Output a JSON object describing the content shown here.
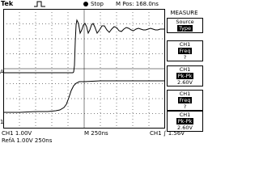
{
  "header": {
    "brand": "Tek",
    "status": "Stop",
    "position_readout": "M Pos: 168.0ns"
  },
  "markers": {
    "ref_marker": "A",
    "ch1_marker": "1"
  },
  "menu": {
    "title": "MEASURE",
    "items": [
      {
        "line1": "Source",
        "chip": "Type",
        "value": ""
      },
      {
        "line1": "CH1",
        "chip": "Freq",
        "value": "?"
      },
      {
        "line1": "CH1",
        "chip": "Pk-Pk",
        "value": "2.60V"
      },
      {
        "line1": "CH1",
        "chip": "Freq",
        "value": "?"
      },
      {
        "line1": "CH1",
        "chip": "Pk-Pk",
        "value": "2.60V"
      }
    ]
  },
  "footer": {
    "ch1": "CH1  1.00V",
    "ref": "RefA 1.00V 250ns",
    "timebase": "M 250ns",
    "trigger": "CH1 ∫ 1.56V"
  }
}
